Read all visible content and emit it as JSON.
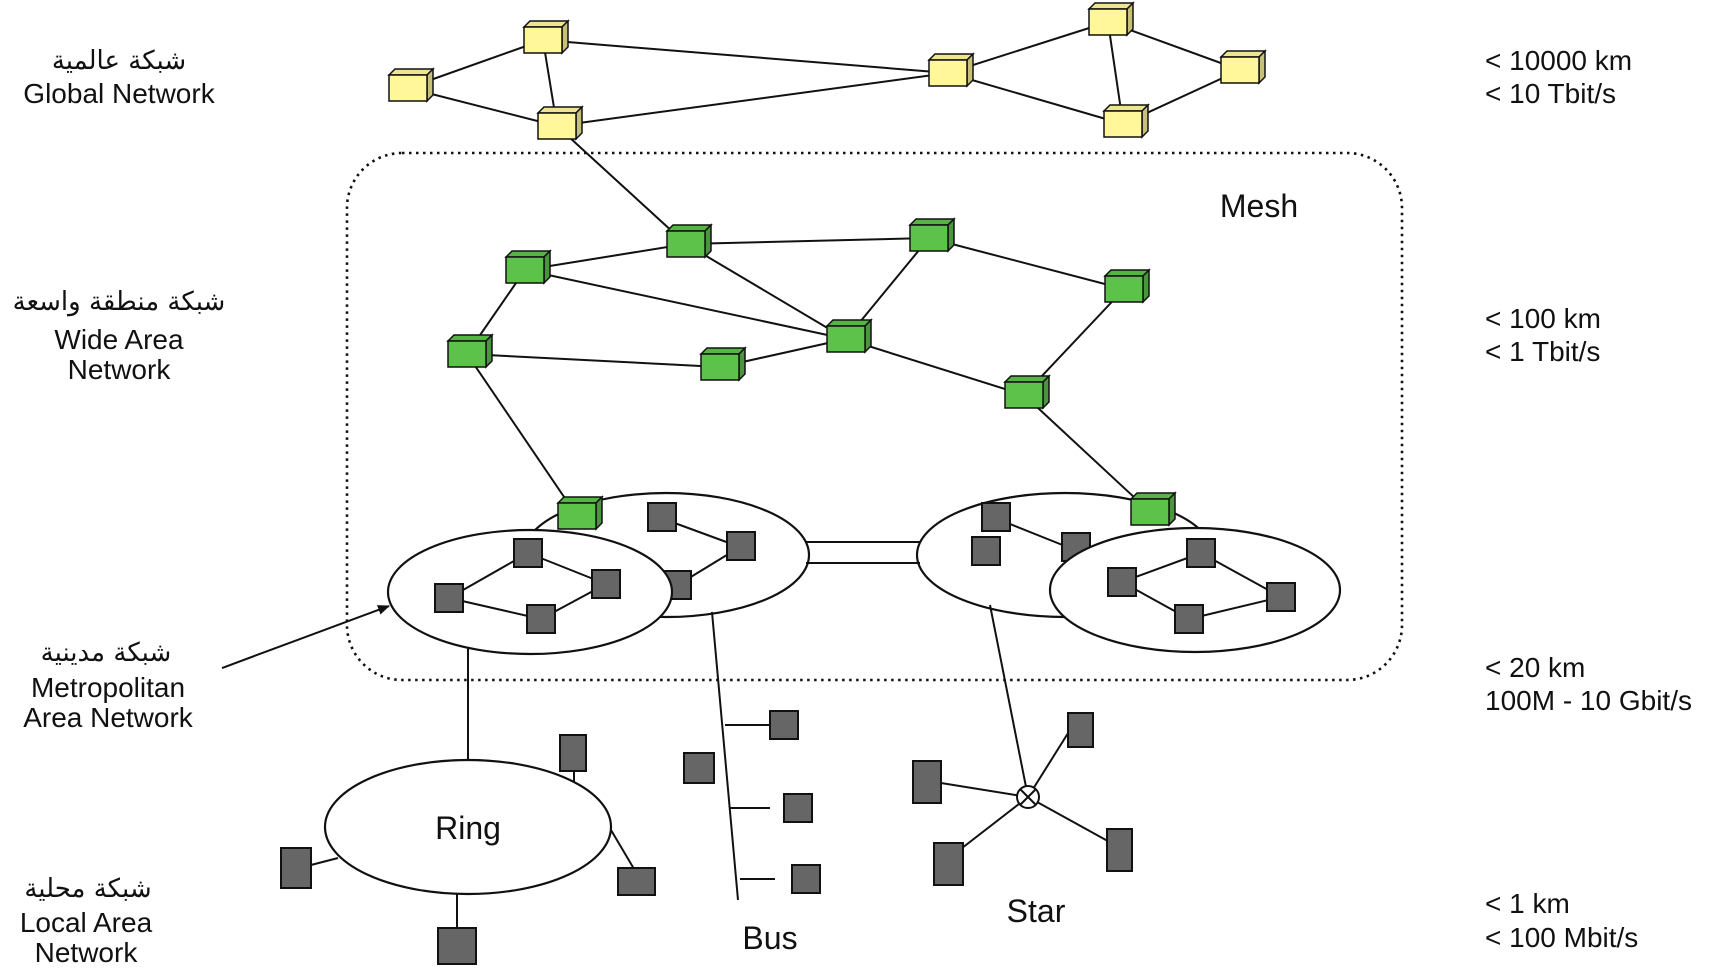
{
  "levels": {
    "global": {
      "arabic": "شبكة عالمية",
      "english": [
        "Global Network"
      ],
      "spec": [
        "< 10000 km",
        "< 10 Tbit/s"
      ]
    },
    "wide": {
      "arabic": "شبكة منطقة واسعة",
      "english": [
        "Wide Area",
        "Network"
      ],
      "spec": [
        "< 100 km",
        "< 1 Tbit/s"
      ]
    },
    "metro": {
      "arabic": "شبكة مدينية",
      "english": [
        "Metropolitan",
        "Area Network"
      ],
      "spec": [
        "< 20 km",
        "100M - 10 Gbit/s"
      ]
    },
    "local": {
      "arabic": "شبكة محلية",
      "english": [
        "Local Area",
        "Network"
      ],
      "spec": [
        "< 1 km",
        "< 100 Mbit/s"
      ]
    }
  },
  "topologies": {
    "mesh": "Mesh",
    "ring": "Ring",
    "bus": "Bus",
    "star": "Star"
  },
  "colors": {
    "global_node": "#fff79a",
    "wan_node": "#5cc24a",
    "lan_node": "#666666",
    "line": "#111111"
  }
}
